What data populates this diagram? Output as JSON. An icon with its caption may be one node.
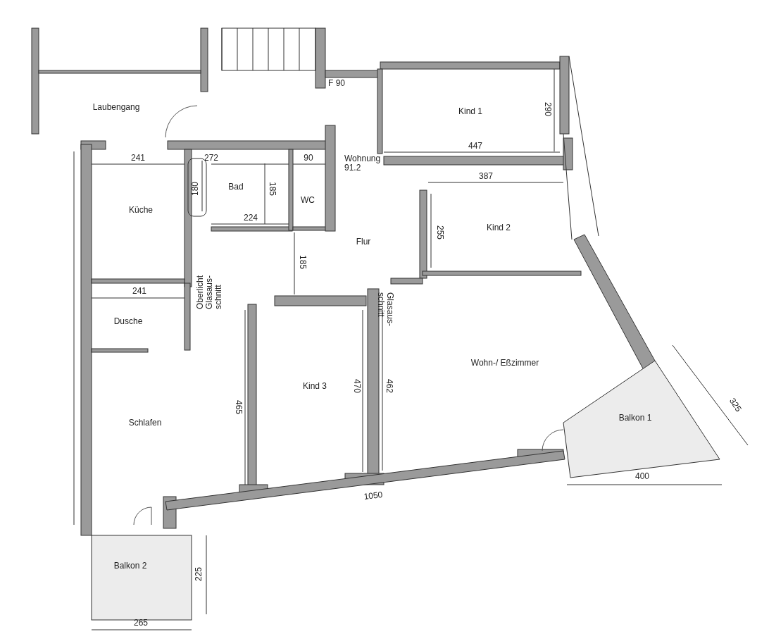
{
  "diagram": {
    "nodes": [
      {
        "text": [
          "Laubengang"
        ]
      },
      {
        "text": [
          "Kind 1"
        ]
      },
      {
        "text": [
          "Küche"
        ]
      },
      {
        "text": [
          "Bad"
        ]
      },
      {
        "text": [
          "WC"
        ]
      },
      {
        "text": [
          "Kind 2"
        ]
      },
      {
        "text": [
          "Flur"
        ]
      },
      {
        "text": [
          "Dusche"
        ]
      },
      {
        "text": [
          "Wohn-/ Eßzimmer"
        ]
      },
      {
        "text": [
          "Kind 3"
        ]
      },
      {
        "text": [
          "Balkon 1"
        ]
      },
      {
        "text": [
          "Schlafen"
        ]
      },
      {
        "text": [
          "Balkon 2"
        ]
      }
    ],
    "labels": [
      "F 90",
      "290",
      "241",
      "272",
      "90",
      "Wohnung 91.2",
      "447",
      "180",
      "185",
      "387",
      "224",
      "255",
      "185",
      "241",
      "Oberlicht Glasaus- schnitt",
      "Glasaus- schnitt",
      "465",
      "470",
      "462",
      "325",
      "1050",
      "400",
      "225",
      "265"
    ]
  }
}
